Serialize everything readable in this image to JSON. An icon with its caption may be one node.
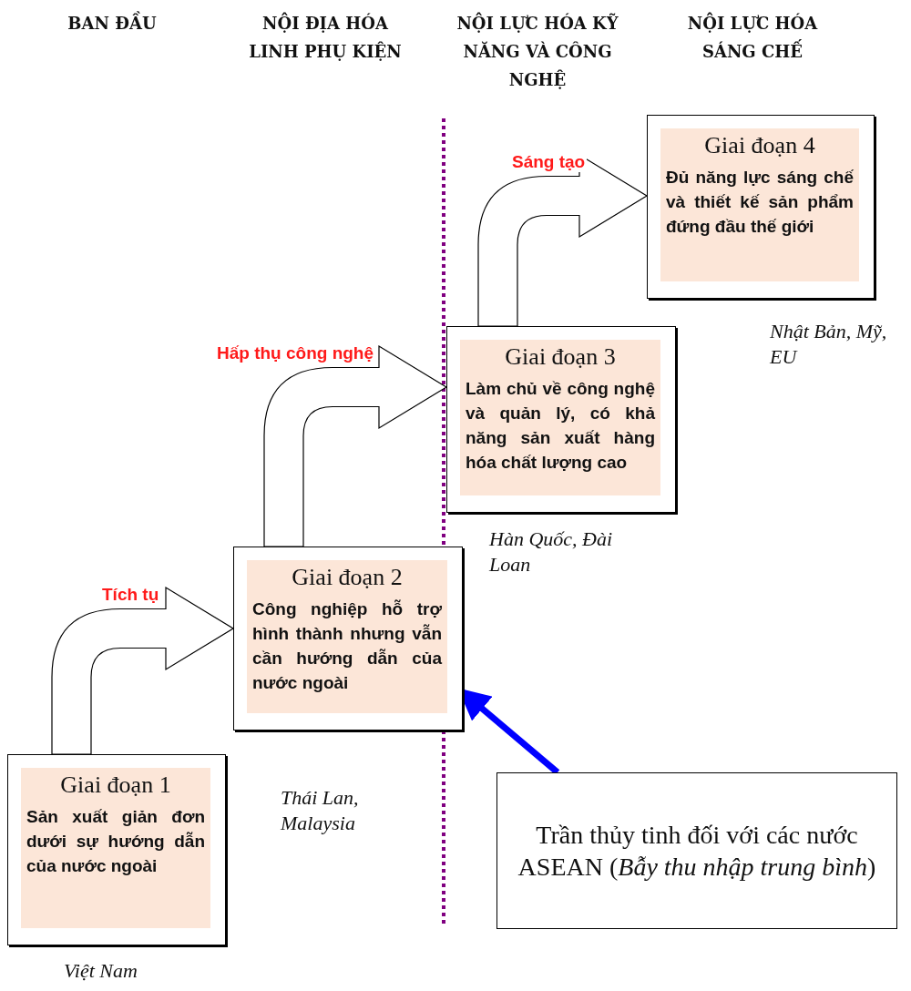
{
  "diagram": {
    "nodes": [
      {
        "text": [
          "Giai đoạn 1",
          "Sản xuất giản đơn dưới sự hướng dẫn của nước ngoài"
        ],
        "beside": [
          "Việt Nam"
        ]
      },
      {
        "text": [
          "Giai đoạn 2",
          "Công nghiệp hỗ trợ hình thành nhưng vẫn cần hướng dẫn của nước ngoài"
        ],
        "beside": [
          "Thái Lan, Malaysia"
        ]
      },
      {
        "text": [
          "Giai đoạn 3",
          "Làm chủ về công nghệ và quản lý, có khả năng sản xuất hàng hóa chất lượng cao"
        ],
        "beside": [
          "Hàn Quốc, Đài Loan"
        ]
      },
      {
        "text": [
          "Giai đoạn 4",
          "Đủ năng lực sáng chế và thiết kế sản phẩm đứng đầu thế giới"
        ],
        "beside": [
          "Nhật Bản, Mỹ, EU"
        ]
      },
      {
        "text": [
          "Trần thủy tinh đối với các nước ASEAN (*Bẫy thu nhập trung bình*)"
        ]
      }
    ],
    "edges": [
      {
        "from": 0,
        "to": 1,
        "arrow": "to",
        "label": "Tích tụ"
      },
      {
        "from": 1,
        "to": 2,
        "arrow": "to",
        "label": "Hấp thụ công nghệ"
      },
      {
        "from": 2,
        "to": 3,
        "arrow": "to",
        "label": "Sáng tạo"
      },
      {
        "from": 4,
        "to": 1,
        "arrow": "to",
        "color": "#0000ff"
      }
    ],
    "labels": [
      "BAN ĐẦU",
      "NỘI ĐỊA HÓA LINH PHỤ KIỆN",
      "NỘI LỰC HÓA KỸ NĂNG VÀ CÔNG NGHỆ",
      "NỘI LỰC HÓA SÁNG CHẾ"
    ]
  }
}
